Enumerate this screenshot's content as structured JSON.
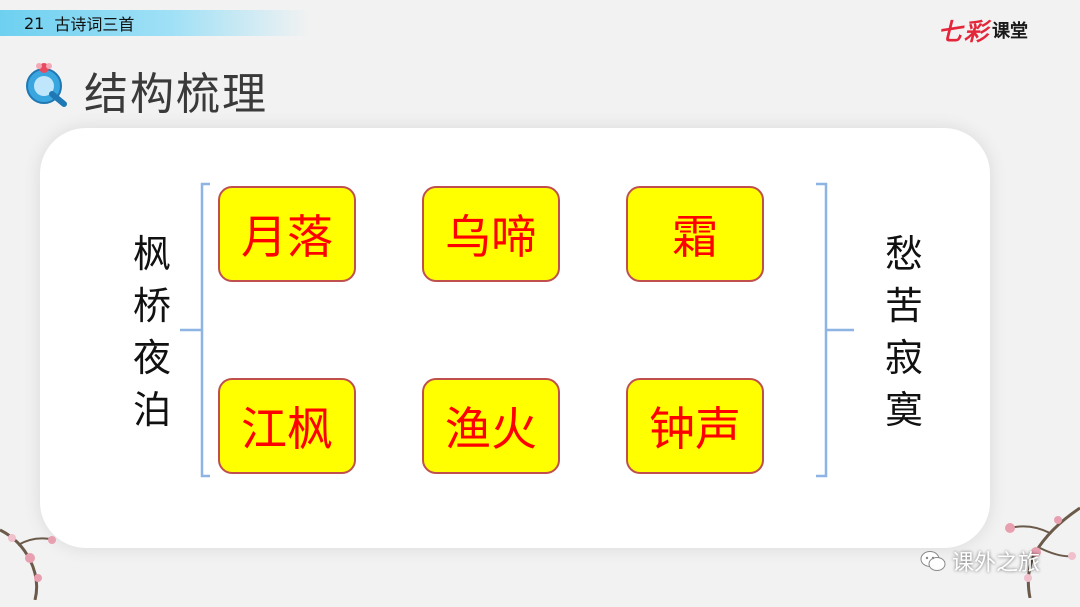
{
  "header": {
    "lesson_number": "21",
    "lesson_title": "古诗词三首",
    "brand_part1": "七",
    "brand_part2": "彩",
    "brand_part3": "课堂"
  },
  "page_title": "结构梳理",
  "poem_title": [
    "枫",
    "桥",
    "夜",
    "泊"
  ],
  "images": {
    "row1": [
      "月落",
      "乌啼",
      "霜"
    ],
    "row2": [
      "江枫",
      "渔火",
      "钟声"
    ]
  },
  "emotion": [
    "愁",
    "苦",
    "寂",
    "寞"
  ],
  "watermark": "课外之旅",
  "colors": {
    "box_fill": "#ffff00",
    "box_border": "#c0504d",
    "box_text": "#ff0000",
    "bracket": "#8eb4e3",
    "banner": "#6ed0f0"
  }
}
